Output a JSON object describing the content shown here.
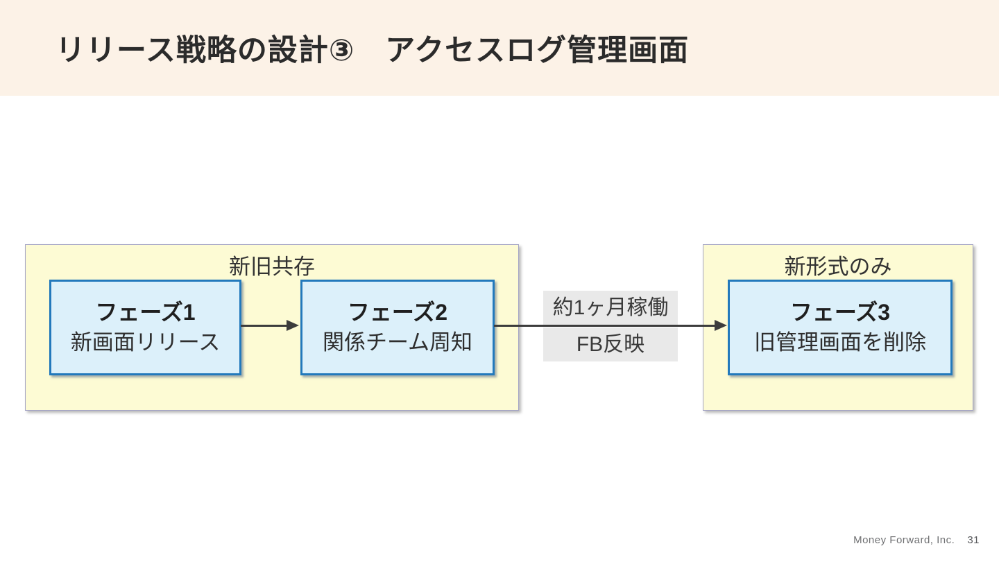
{
  "slide": {
    "title": "リリース戦略の設計③　アクセスログ管理画面",
    "footer": {
      "company": "Money Forward, Inc.",
      "page": "31"
    }
  },
  "diagram": {
    "groups": [
      {
        "title": "新旧共存",
        "boxes": [
          {
            "title": "フェーズ1",
            "desc": "新画面リリース"
          },
          {
            "title": "フェーズ2",
            "desc": "関係チーム周知"
          }
        ]
      },
      {
        "title": "新形式のみ",
        "boxes": [
          {
            "title": "フェーズ3",
            "desc": "旧管理画面を削除"
          }
        ]
      }
    ],
    "transition": {
      "line1": "約1ヶ月稼働",
      "line2": "FB反映"
    }
  },
  "colors": {
    "header_bg": "#fcf2e7",
    "title_color": "#2b2b2b",
    "group_fill": "#fdfbd4",
    "group_border": "#a5a5c5",
    "box_fill": "#dcf0fa",
    "box_border": "#2279bc",
    "label_bg": "#e9e9e9",
    "arrow": "#3c3c3c"
  }
}
